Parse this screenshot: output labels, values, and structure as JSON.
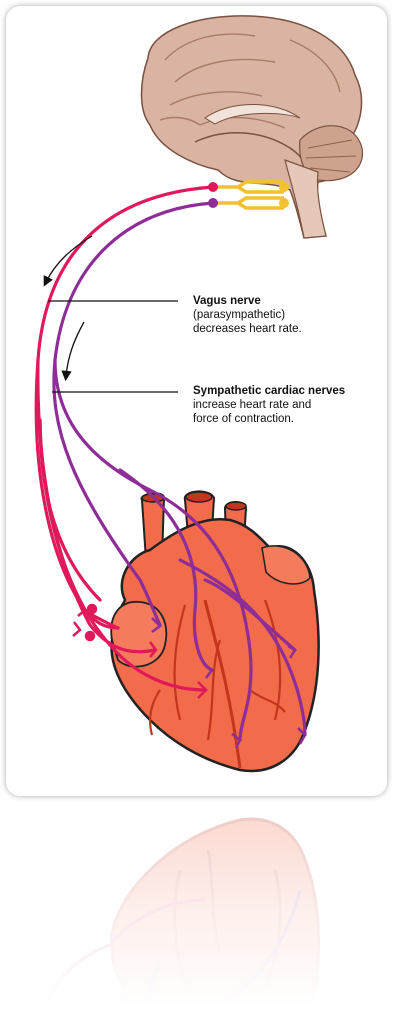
{
  "labels": {
    "vagus": {
      "title": "Vagus nerve",
      "lines": [
        "(parasympathetic)",
        "decreases heart rate."
      ]
    },
    "sympathetic": {
      "title": "Sympathetic cardiac nerves",
      "lines": [
        "increase heart rate and",
        "force of contraction."
      ]
    }
  },
  "colors": {
    "sympathetic": "#e0195a",
    "parasympathetic": "#8e2d97",
    "heart": "#f26b4a",
    "heart_dark": "#c2361f",
    "brain": "#d9b4a2",
    "brain_dark": "#a87b67",
    "synapse": "#f2c22e"
  },
  "icons": [
    "brain-illustration",
    "heart-illustration",
    "direction-arrow-icon"
  ]
}
